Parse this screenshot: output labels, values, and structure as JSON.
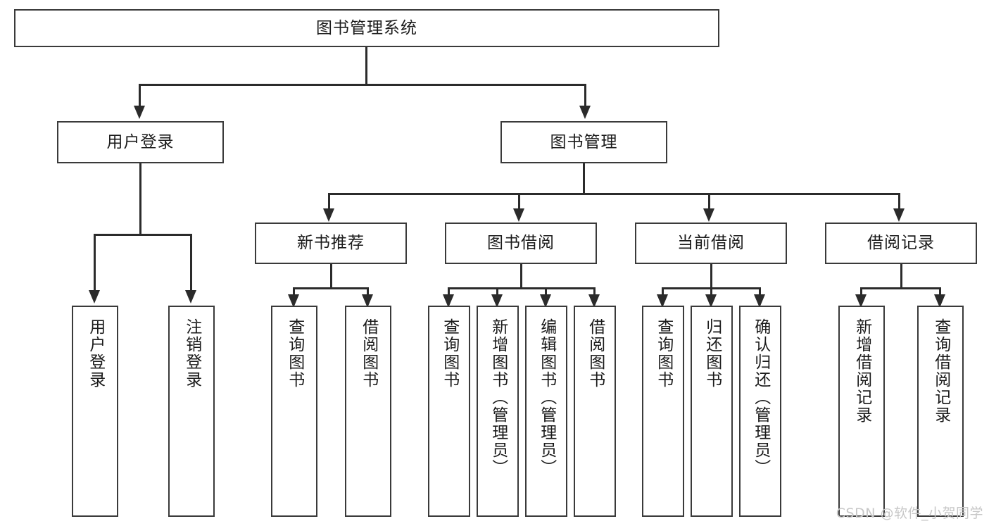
{
  "diagram": {
    "type": "tree-hierarchy",
    "title": "图书管理系统",
    "root": {
      "label": "图书管理系统"
    },
    "level2": [
      {
        "label": "用户登录"
      },
      {
        "label": "图书管理"
      }
    ],
    "level3": [
      {
        "label": "新书推荐"
      },
      {
        "label": "图书借阅"
      },
      {
        "label": "当前借阅"
      },
      {
        "label": "借阅记录"
      }
    ],
    "leaves": {
      "user_login": [
        {
          "label": "用户登录"
        },
        {
          "label": "注销登录"
        }
      ],
      "new_book_recommend": [
        {
          "label": "查询图书"
        },
        {
          "label": "借阅图书"
        }
      ],
      "book_borrow": [
        {
          "label": "查询图书"
        },
        {
          "label": "新增图书（管理员）"
        },
        {
          "label": "编辑图书（管理员）"
        },
        {
          "label": "借阅图书"
        }
      ],
      "current_borrow": [
        {
          "label": "查询图书"
        },
        {
          "label": "归还图书"
        },
        {
          "label": "确认归还（管理员）"
        }
      ],
      "borrow_record": [
        {
          "label": "新增借阅记录"
        },
        {
          "label": "查询借阅记录"
        }
      ]
    }
  },
  "watermark": {
    "text": "CSDN @软件_小贺同学"
  },
  "colors": {
    "background": "#ffffff",
    "box_border": "#3a3a3a",
    "connector": "#2b2b2b",
    "text": "#1b1b1b",
    "watermark": "#c7c7c7"
  }
}
